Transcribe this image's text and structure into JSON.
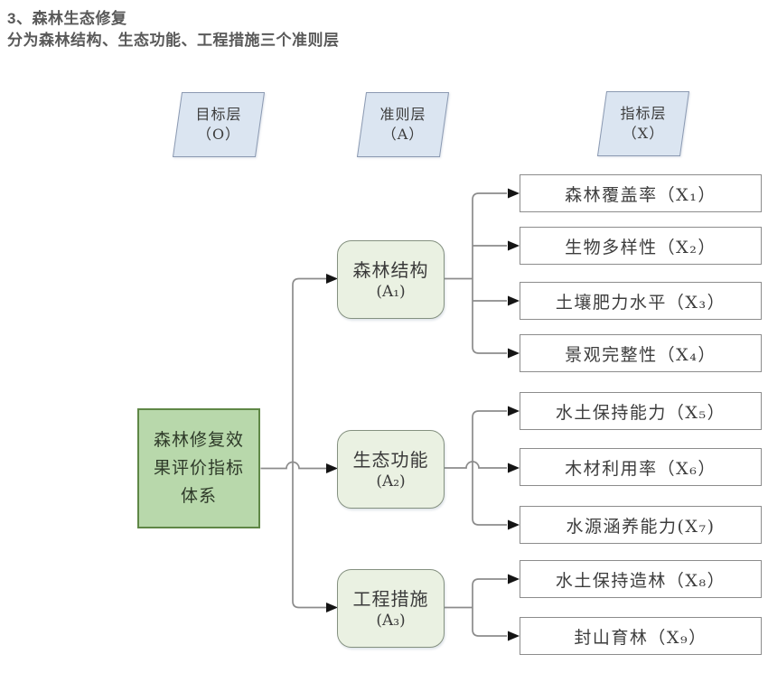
{
  "page": {
    "title": "3、森林生态修复",
    "subtitle": "分为森林结构、生态功能、工程措施三个准则层"
  },
  "diagram": {
    "type": "hierarchy-tree",
    "layer_headers": [
      {
        "label": "目标层",
        "code": "（O）"
      },
      {
        "label": "准则层",
        "code": "（A）"
      },
      {
        "label": "指标层",
        "code": "（X）"
      }
    ],
    "goal": {
      "label": "森林修复效果评价指标体系"
    },
    "criteria": [
      {
        "label": "森林结构",
        "code": "(A₁)"
      },
      {
        "label": "生态功能",
        "code": "(A₂)"
      },
      {
        "label": "工程措施",
        "code": "(A₃)"
      }
    ],
    "indicators": [
      {
        "label": "森林覆盖率（X₁）",
        "criterion": "A1"
      },
      {
        "label": "生物多样性（X₂）",
        "criterion": "A1"
      },
      {
        "label": "土壤肥力水平（X₃）",
        "criterion": "A1"
      },
      {
        "label": "景观完整性（X₄）",
        "criterion": "A1"
      },
      {
        "label": "水土保持能力（X₅）",
        "criterion": "A2"
      },
      {
        "label": "木材利用率（X₆）",
        "criterion": "A2"
      },
      {
        "label": "水源涵养能力(X₇)",
        "criterion": "A2"
      },
      {
        "label": "水土保持造林（X₈）",
        "criterion": "A3"
      },
      {
        "label": "封山育林（X₉）",
        "criterion": "A3"
      }
    ],
    "colors": {
      "goal_fill": "#b8d8ab",
      "goal_border": "#5f8746",
      "criterion_fill": "#eaf1e2",
      "criterion_border": "#859180",
      "indicator_fill": "#ffffff",
      "indicator_border": "#8c8c8c",
      "layer_fill": "#dbe5f1",
      "layer_border": "#8b99b1",
      "connector": "#8c8c8c",
      "arrow": "#141414",
      "title_text": "#595959",
      "diagram_text": "#3d3d3d"
    }
  }
}
